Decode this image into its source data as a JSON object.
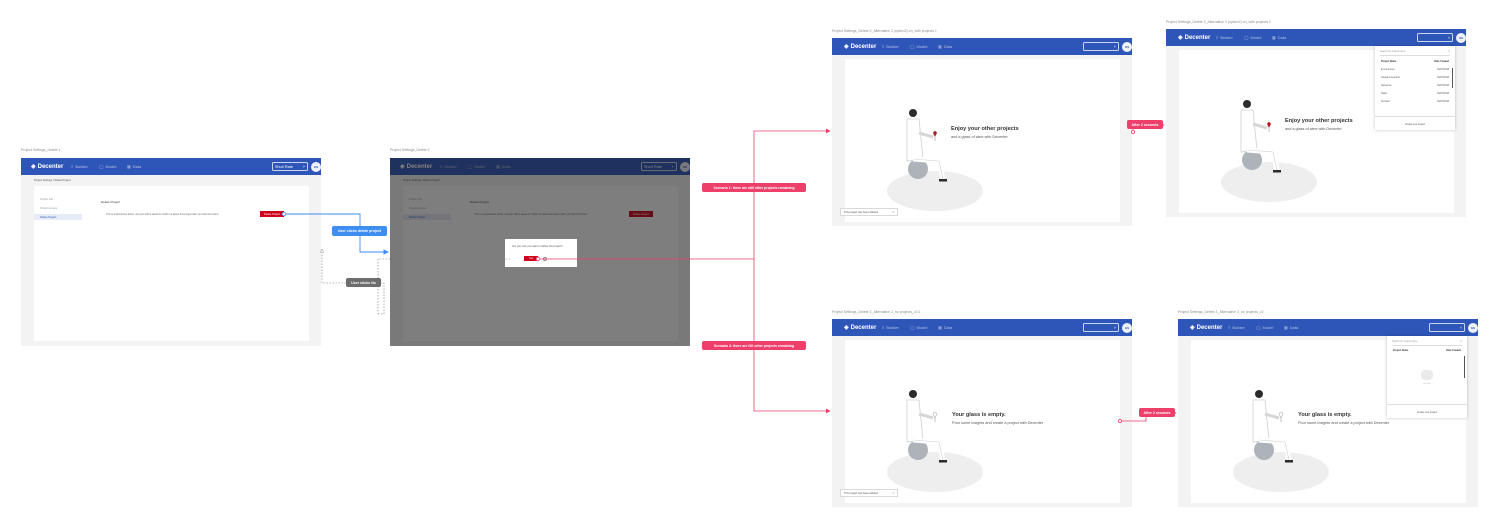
{
  "colors": {
    "nav": "#2e56b8",
    "accent_red": "#d0021b",
    "callout_pink": "#ee3f6b",
    "callout_blue": "#3d8ef0",
    "callout_gray": "#6d6d6d",
    "flow_blue": "#3d8ef0",
    "flow_pink": "#ee3f6b"
  },
  "nav": {
    "brand": "Decenter",
    "items": [
      "Builder",
      "Model",
      "Data"
    ],
    "icons": [
      "builder-icon",
      "model-icon",
      "data-icon"
    ],
    "select_value": "Shuri Rate",
    "avatar": "GS"
  },
  "frames": {
    "f1": {
      "title": "Project Settings_Delete 1",
      "breadcrumb": "Project Settings / Delete Project",
      "sidebar": [
        "Project Info",
        "Project Access",
        "Delete Project"
      ],
      "heading": "Delete Project",
      "body": "This is a destructive action, and you will be asked to confirm to delete this project after you click the button.",
      "button": "Delete Project"
    },
    "f2": {
      "title": "Project Settings_Delete 2",
      "breadcrumb": "Project Settings / Delete Project",
      "sidebar": [
        "Project Info",
        "Project Access",
        "Delete Project"
      ],
      "heading": "Delete Project",
      "body": "This is a destructive action, and you will be asked to confirm to delete this project after you click the button.",
      "button": "Delete Project",
      "modal_question": "Are you sure you want to delete the project?",
      "modal_yes": "Yes"
    },
    "f3": {
      "title": "Project Settings_Delete 3_Alternative 2 (option2) on_with projects 1",
      "empty_title": "Enjoy your other projects",
      "empty_sub": "and a glass of wine with Decenter",
      "toast": "This project has been deleted",
      "toast_close": "×"
    },
    "f4": {
      "title": "Project Settings_Delete 3_Alternative 2 (option2) on_with projects 2",
      "empty_title": "Enjoy your other projects",
      "empty_sub": "and a glass of wine with Decenter",
      "dropdown": {
        "search_placeholder": "Search for project name",
        "col_name": "Project Name",
        "col_date": "Date Created",
        "rows": [
          {
            "name": "E-commerce",
            "date": "04/27/2018"
          },
          {
            "name": "Google Keywords",
            "date": "04/27/2018"
          },
          {
            "name": "Awesome",
            "date": "04/27/2018"
          },
          {
            "name": "Sales",
            "date": "04/27/2018"
          },
          {
            "name": "Survival",
            "date": "04/27/2018"
          }
        ],
        "create": "Create new project"
      }
    },
    "f5": {
      "title": "Project Settings_Delete 3_Alternative 2_no projects_v2.1",
      "empty_title": "Your glass is empty.",
      "empty_sub": "Pour some insights and create a project with Decenter",
      "toast": "This project has been deleted",
      "toast_close": "×"
    },
    "f6": {
      "title": "Project Settings_Delete 3_Alternative 2_no projects_v2",
      "empty_title": "Your glass is empty.",
      "empty_sub": "Pour some insights and create a project with Decenter",
      "dropdown": {
        "search_placeholder": "Search for project name",
        "col_name": "Project Name",
        "col_date": "Date Created",
        "empty_label": "No data",
        "create": "Create new project"
      }
    }
  },
  "callouts": {
    "user_clicks_delete": "User clicks delete project",
    "user_clicks_no": "User clicks No",
    "scenario1": "Scenario 1: there are still other projects remaining",
    "scenario2": "Scenario 2: there are NO other projects remaining",
    "after_2_seconds_top": "After 2 seconds",
    "after_2_seconds_bottom": "After 2 seconds"
  }
}
